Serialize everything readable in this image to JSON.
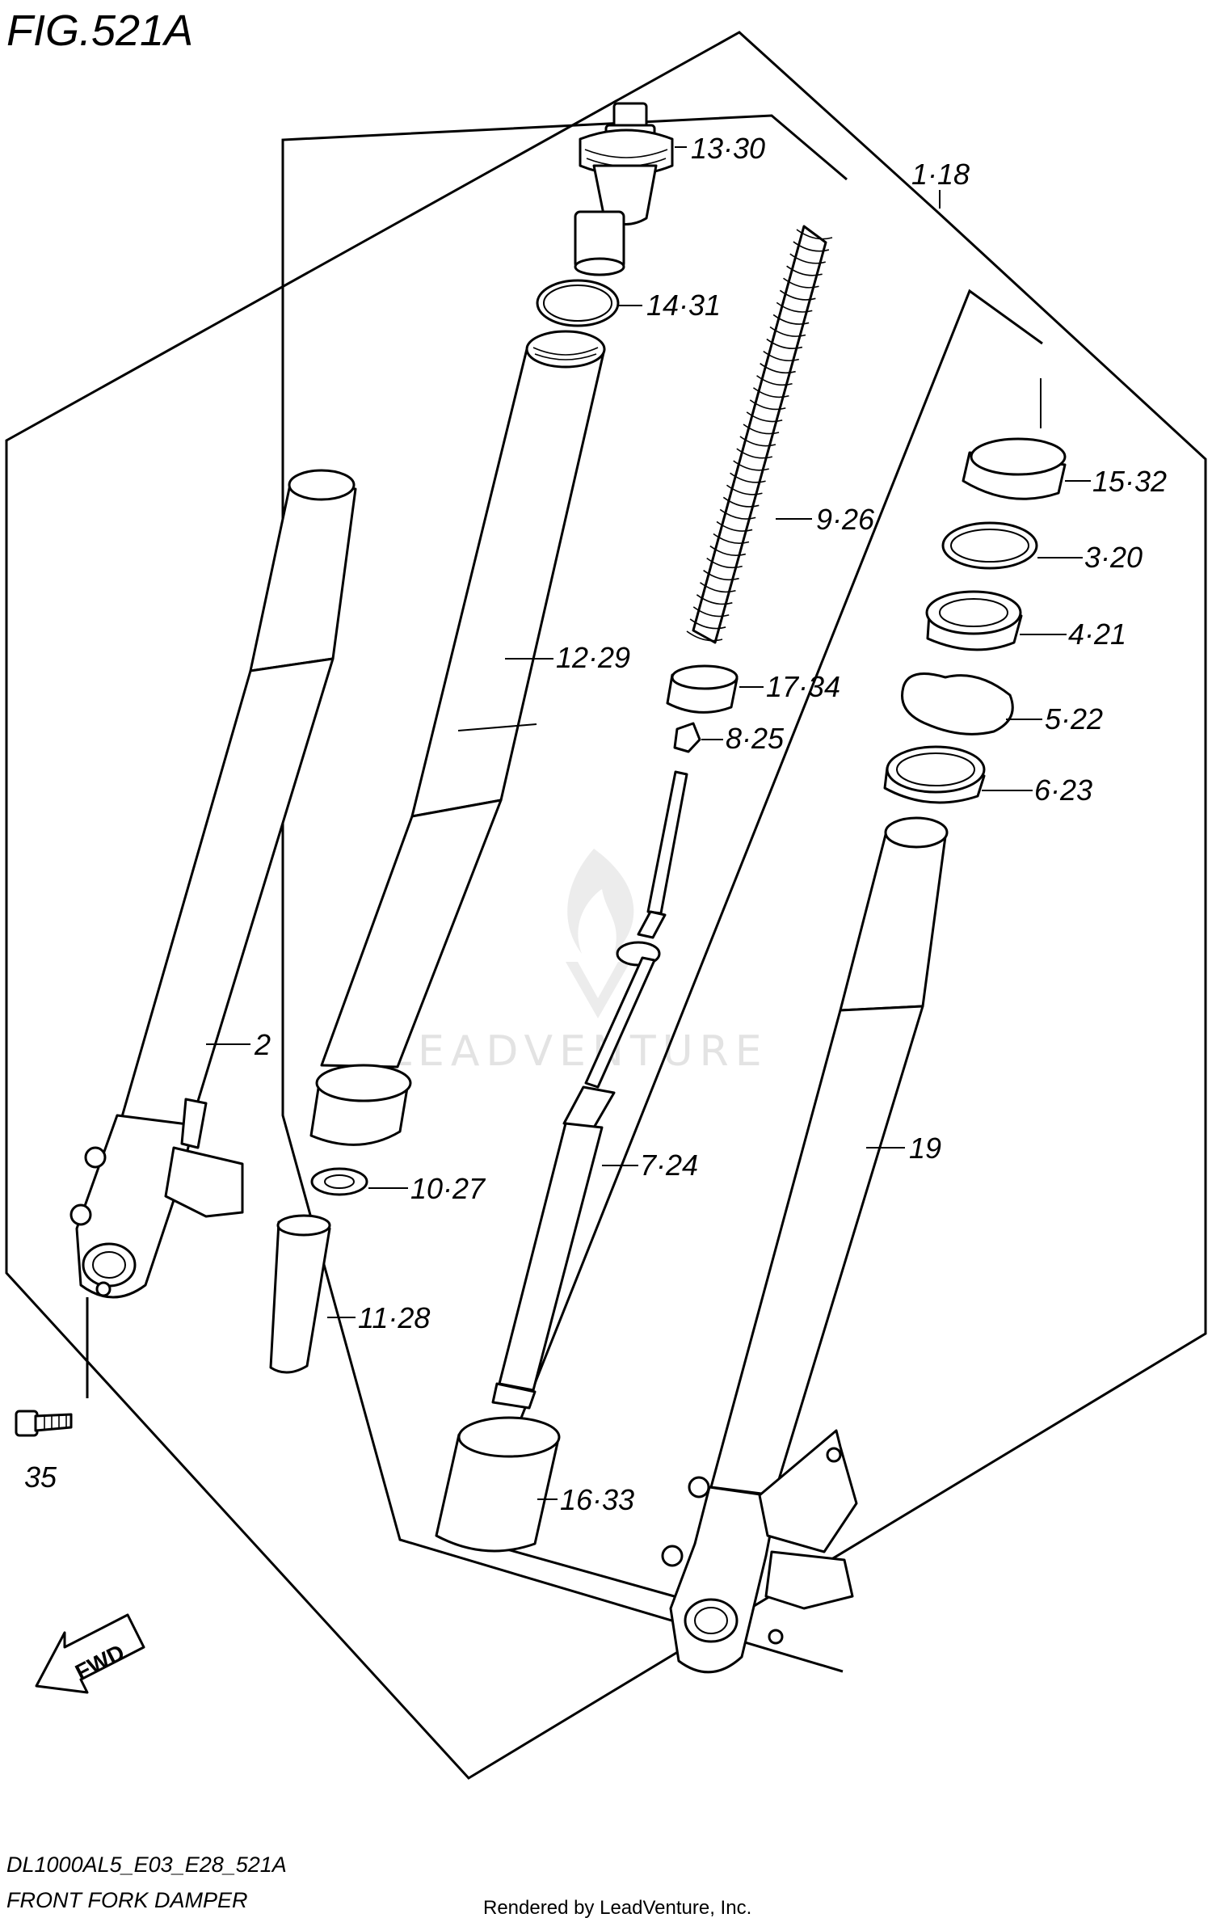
{
  "figure": {
    "title": "FIG.521A",
    "model_code": "DL1000AL5_E03_E28_521A",
    "section_name": "FRONT FORK DAMPER",
    "rendered_by": "Rendered by LeadVenture, Inc.",
    "watermark": "LEADVENTURE",
    "direction_label": "FWD"
  },
  "callouts": [
    {
      "id": "c-13-30",
      "label": "13·30"
    },
    {
      "id": "c-1-18",
      "label": "1·18"
    },
    {
      "id": "c-14-31",
      "label": "14·31"
    },
    {
      "id": "c-15-32",
      "label": "15·32"
    },
    {
      "id": "c-9-26",
      "label": "9·26"
    },
    {
      "id": "c-3-20",
      "label": "3·20"
    },
    {
      "id": "c-4-21",
      "label": "4·21"
    },
    {
      "id": "c-12-29",
      "label": "12·29"
    },
    {
      "id": "c-17-34",
      "label": "17·34"
    },
    {
      "id": "c-5-22",
      "label": "5·22"
    },
    {
      "id": "c-8-25",
      "label": "8·25"
    },
    {
      "id": "c-6-23",
      "label": "6·23"
    },
    {
      "id": "c-2",
      "label": "2"
    },
    {
      "id": "c-19",
      "label": "19"
    },
    {
      "id": "c-7-24",
      "label": "7·24"
    },
    {
      "id": "c-10-27",
      "label": "10·27"
    },
    {
      "id": "c-11-28",
      "label": "11·28"
    },
    {
      "id": "c-35",
      "label": "35"
    },
    {
      "id": "c-16-33",
      "label": "16·33"
    }
  ]
}
